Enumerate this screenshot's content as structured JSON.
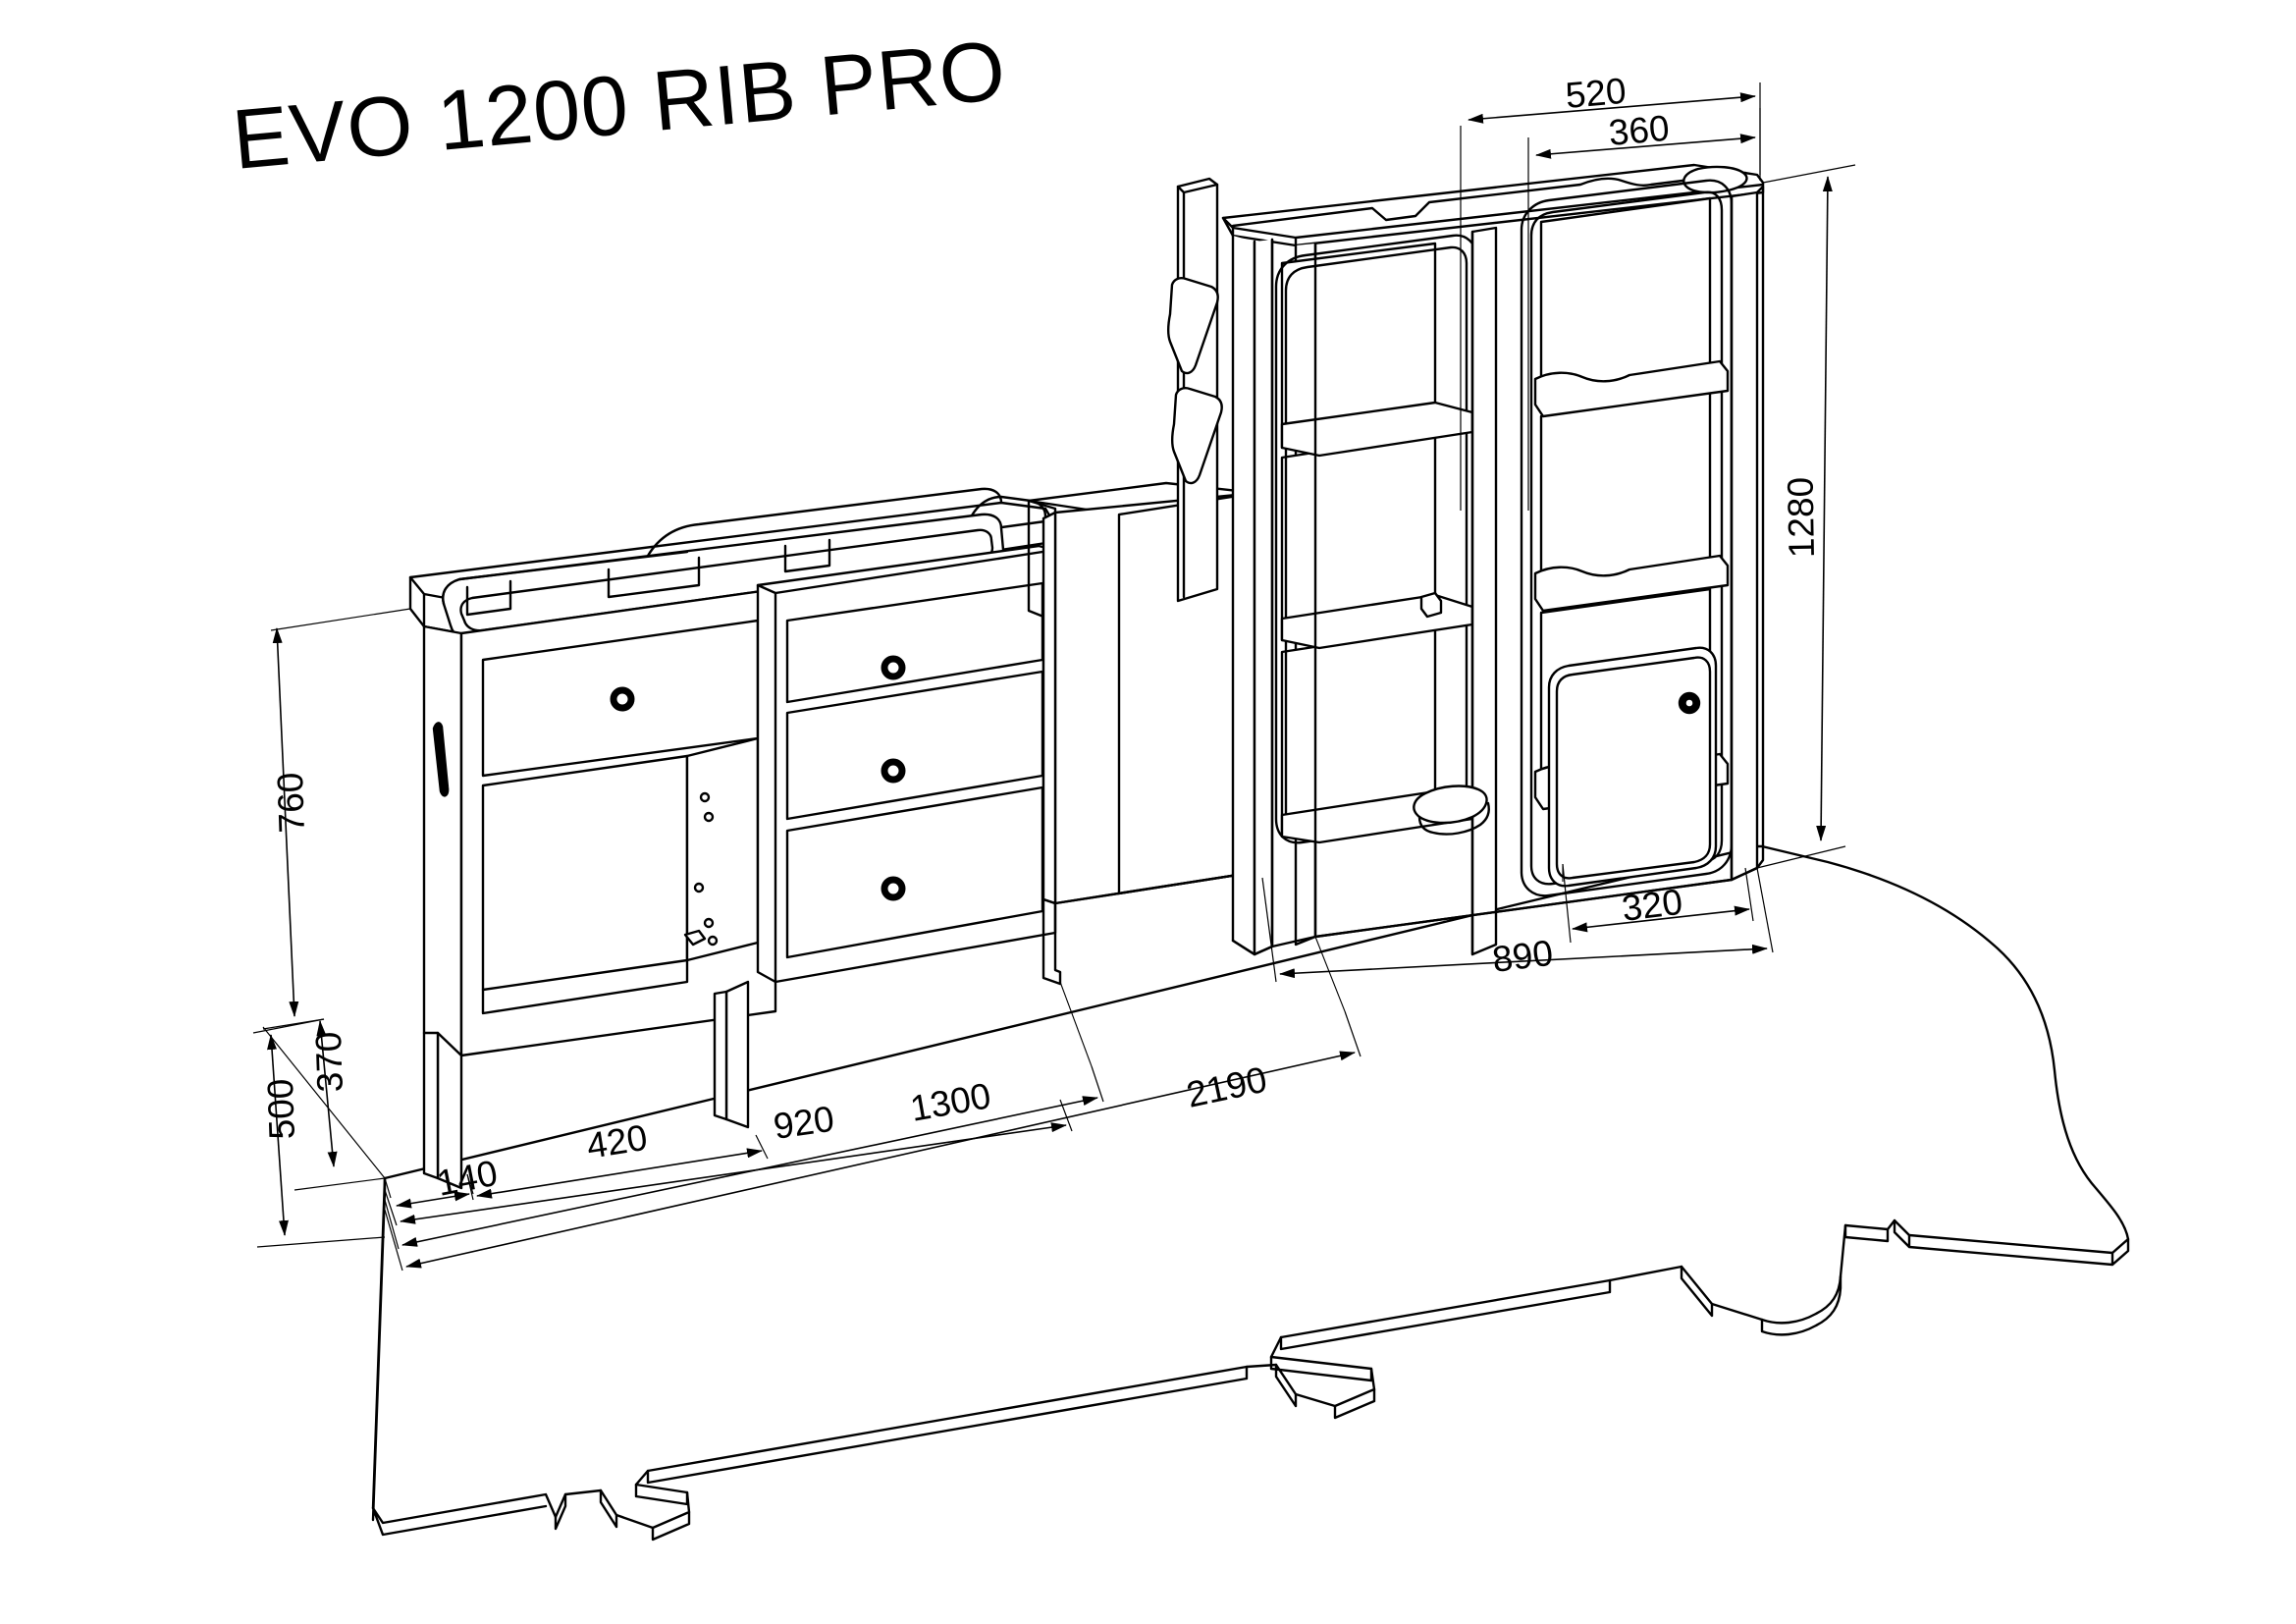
{
  "drawing": {
    "title": "EVO 1200 RIB PRO",
    "type": "technical-isometric-drawing",
    "subject": "camper van kitchen furniture module",
    "line_color": "#000000",
    "background_color": "#ffffff"
  },
  "dimensions": {
    "top": [
      {
        "id": "dim-520",
        "label": "520",
        "unit": "mm"
      },
      {
        "id": "dim-360",
        "label": "360",
        "unit": "mm"
      }
    ],
    "right": [
      {
        "id": "dim-1280",
        "label": "1280",
        "unit": "mm"
      }
    ],
    "left": [
      {
        "id": "dim-760",
        "label": "760",
        "unit": "mm"
      },
      {
        "id": "dim-370",
        "label": "370",
        "unit": "mm"
      },
      {
        "id": "dim-500",
        "label": "500",
        "unit": "mm"
      }
    ],
    "bottom": [
      {
        "id": "dim-140",
        "label": "140",
        "unit": "mm"
      },
      {
        "id": "dim-420",
        "label": "420",
        "unit": "mm"
      },
      {
        "id": "dim-920",
        "label": "920",
        "unit": "mm"
      },
      {
        "id": "dim-1300",
        "label": "1300",
        "unit": "mm"
      },
      {
        "id": "dim-2190",
        "label": "2190",
        "unit": "mm"
      }
    ],
    "floor_right": [
      {
        "id": "dim-320",
        "label": "320",
        "unit": "mm"
      },
      {
        "id": "dim-890",
        "label": "890",
        "unit": "mm"
      }
    ]
  },
  "components": {
    "sink_worktop": "sink-worktop",
    "drawer_unit": "drawer-unit",
    "side_cabinet": "side-cabinet",
    "shelf_tower": "shelf-tower",
    "small_door": "small-door",
    "floor_panel": "floor-panel"
  }
}
